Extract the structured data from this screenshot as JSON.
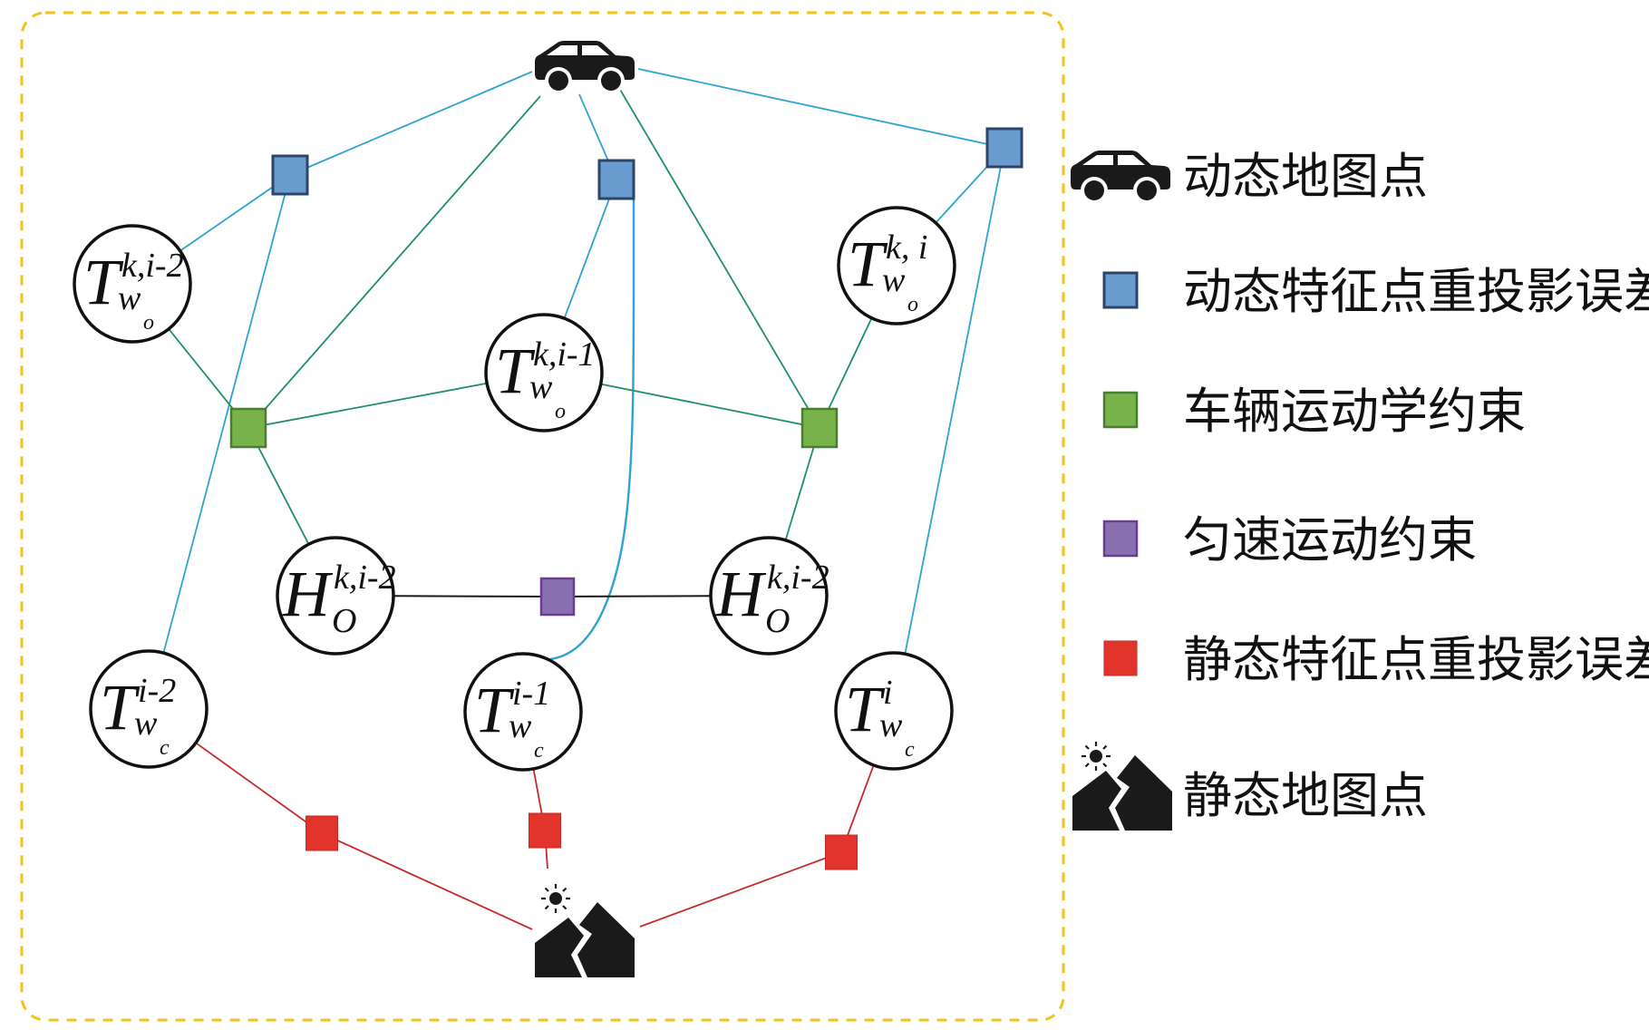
{
  "title": "Factor graph: dynamic and static map points with constraints",
  "colors": {
    "frame": "#F2C31B",
    "dynamic_edge": "#2EA3CF",
    "kinematic_edge": "#1F9160",
    "static_edge": "#C8282B",
    "uniform_edge": "#1a1a1a",
    "blue_factor_fill": "#6A9BCE",
    "blue_factor_stroke": "#2E4468",
    "green_factor_fill": "#77B24A",
    "green_factor_stroke": "#4D7B33",
    "purple_factor_fill": "#8870B0",
    "purple_factor_stroke": "#6A3D8F",
    "red_factor_fill": "#E3342C",
    "red_factor_stroke": "#C0292A",
    "node_stroke": "#111111",
    "icon": "#1a1a1a"
  },
  "nodes": [
    {
      "id": "T_wo_ki-2",
      "base": "T",
      "sup": "k,i-2",
      "sub": "w",
      "subsub": "o"
    },
    {
      "id": "T_wo_ki-1",
      "base": "T",
      "sup": "k,i-1",
      "sub": "w",
      "subsub": "o"
    },
    {
      "id": "T_wo_ki",
      "base": "T",
      "sup": "k, i",
      "sub": "w",
      "subsub": "o"
    },
    {
      "id": "H_o_ki-2_left",
      "base": "H",
      "sup": "k,i-2",
      "sub": "O",
      "subsub": ""
    },
    {
      "id": "H_o_ki-2_right",
      "base": "H",
      "sup": "k,i-2",
      "sub": "O",
      "subsub": ""
    },
    {
      "id": "T_wc_i-2",
      "base": "T",
      "sup": "i-2",
      "sub": "w",
      "subsub": "c"
    },
    {
      "id": "T_wc_i-1",
      "base": "T",
      "sup": "i-1",
      "sub": "w",
      "subsub": "c"
    },
    {
      "id": "T_wc_i",
      "base": "T",
      "sup": "i",
      "sub": "w",
      "subsub": "c"
    }
  ],
  "landmarks": [
    {
      "id": "dynamic_map_point",
      "icon": "car-icon"
    },
    {
      "id": "static_map_point",
      "icon": "mountain-sun-icon"
    }
  ],
  "factors": [
    {
      "id": "dyn_reproj_1",
      "type": "dynamic_reprojection"
    },
    {
      "id": "dyn_reproj_2",
      "type": "dynamic_reprojection"
    },
    {
      "id": "dyn_reproj_3",
      "type": "dynamic_reprojection"
    },
    {
      "id": "kin_1",
      "type": "vehicle_kinematics"
    },
    {
      "id": "kin_2",
      "type": "vehicle_kinematics"
    },
    {
      "id": "uniform_1",
      "type": "uniform_motion"
    },
    {
      "id": "static_reproj_1",
      "type": "static_reprojection"
    },
    {
      "id": "static_reproj_2",
      "type": "static_reprojection"
    },
    {
      "id": "static_reproj_3",
      "type": "static_reprojection"
    }
  ],
  "edges": [
    {
      "from": "dynamic_map_point",
      "to": "dyn_reproj_1",
      "type": "dynamic"
    },
    {
      "from": "dyn_reproj_1",
      "to": "T_wo_ki-2",
      "type": "dynamic"
    },
    {
      "from": "dyn_reproj_1",
      "to": "T_wc_i-2",
      "type": "dynamic"
    },
    {
      "from": "dynamic_map_point",
      "to": "dyn_reproj_2",
      "type": "dynamic"
    },
    {
      "from": "dyn_reproj_2",
      "to": "T_wo_ki-1",
      "type": "dynamic"
    },
    {
      "from": "dyn_reproj_2",
      "to": "T_wc_i-1",
      "type": "dynamic_curve"
    },
    {
      "from": "dynamic_map_point",
      "to": "dyn_reproj_3",
      "type": "dynamic"
    },
    {
      "from": "dyn_reproj_3",
      "to": "T_wo_ki",
      "type": "dynamic"
    },
    {
      "from": "dyn_reproj_3",
      "to": "T_wc_i",
      "type": "dynamic"
    },
    {
      "from": "dynamic_map_point",
      "to": "kin_1",
      "type": "kinematic"
    },
    {
      "from": "T_wo_ki-2",
      "to": "kin_1",
      "type": "kinematic"
    },
    {
      "from": "kin_1",
      "to": "T_wo_ki-1",
      "type": "kinematic"
    },
    {
      "from": "kin_1",
      "to": "H_o_ki-2_left",
      "type": "kinematic"
    },
    {
      "from": "dynamic_map_point",
      "to": "kin_2",
      "type": "kinematic"
    },
    {
      "from": "T_wo_ki-1",
      "to": "kin_2",
      "type": "kinematic"
    },
    {
      "from": "kin_2",
      "to": "T_wo_ki",
      "type": "kinematic"
    },
    {
      "from": "kin_2",
      "to": "H_o_ki-2_right",
      "type": "kinematic"
    },
    {
      "from": "H_o_ki-2_left",
      "to": "uniform_1",
      "type": "uniform"
    },
    {
      "from": "uniform_1",
      "to": "H_o_ki-2_right",
      "type": "uniform"
    },
    {
      "from": "T_wc_i-2",
      "to": "static_reproj_1",
      "type": "static"
    },
    {
      "from": "static_reproj_1",
      "to": "static_map_point",
      "type": "static"
    },
    {
      "from": "T_wc_i-1",
      "to": "static_reproj_2",
      "type": "static"
    },
    {
      "from": "static_reproj_2",
      "to": "static_map_point",
      "type": "static"
    },
    {
      "from": "T_wc_i",
      "to": "static_reproj_3",
      "type": "static"
    },
    {
      "from": "static_reproj_3",
      "to": "static_map_point",
      "type": "static"
    }
  ],
  "legend": [
    {
      "icon": "car-icon",
      "label": "动态地图点"
    },
    {
      "icon": "blue-square-icon",
      "label": "动态特征点重投影误差"
    },
    {
      "icon": "green-square-icon",
      "label": "车辆运动学约束"
    },
    {
      "icon": "purple-square-icon",
      "label": "匀速运动约束"
    },
    {
      "icon": "red-square-icon",
      "label": "静态特征点重投影误差"
    },
    {
      "icon": "mountain-sun-icon",
      "label": "静态地图点"
    }
  ]
}
